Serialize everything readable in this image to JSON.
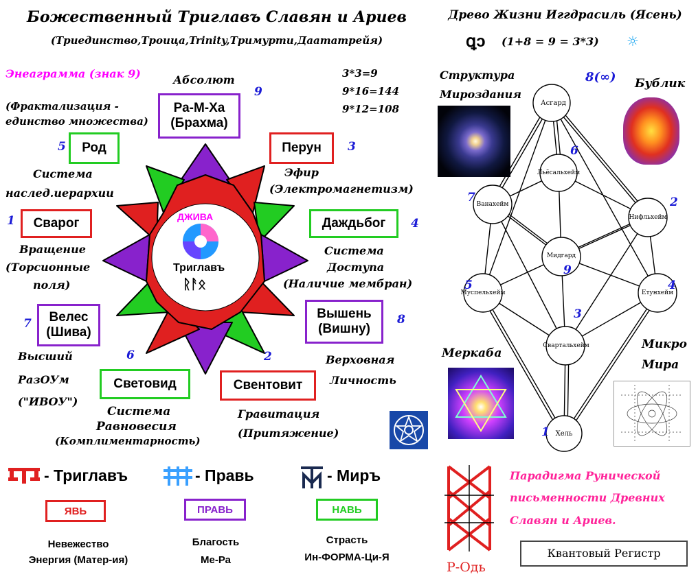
{
  "colors": {
    "border": "#000000",
    "red": "#e02020",
    "green": "#22cc22",
    "purple": "#8822cc",
    "blue": "#1a1ad6",
    "magenta": "#ff00ff",
    "pink": "#ff2299"
  },
  "header_left": {
    "title": "Божественный Триглавъ Славян и Ариев",
    "subtitle": "(Триединство,Троица,Trinity,Тримурти,Даататрейя)"
  },
  "header_right": {
    "title": "Древо Жизни Иггдрасиль (Ясень)",
    "glyph": "ꝗɔ",
    "formula": "(1+8 = 9 = 3*3)",
    "sun": "☼"
  },
  "left": {
    "enneagram_label": "Энеаграмма (знак 9)",
    "fractal": [
      "(Фрактализация -",
      "единство множества)"
    ],
    "absolute": "Абсолют",
    "math": [
      "3*3=9",
      "9*16=144",
      "9*12=108"
    ],
    "center": {
      "dzhiva": "ДЖИВА",
      "triglav": "Триглавъ",
      "rune": "ᚱᚨᛟ"
    },
    "boxes": [
      {
        "id": "ra",
        "lines": [
          "Ра-М-Ха",
          "(Брахма)"
        ],
        "num": "9"
      },
      {
        "id": "rod",
        "lines": [
          "Род"
        ],
        "num": "5"
      },
      {
        "id": "perun",
        "lines": [
          "Перун"
        ],
        "num": "3"
      },
      {
        "id": "svarog",
        "lines": [
          "Сварог"
        ],
        "num": "1"
      },
      {
        "id": "dazhdbog",
        "lines": [
          "Даждьбог"
        ],
        "num": "4"
      },
      {
        "id": "veles",
        "lines": [
          "Велес",
          "(Шива)"
        ],
        "num": "7"
      },
      {
        "id": "vyshen",
        "lines": [
          "Вышень",
          "(Вишну)"
        ],
        "num": "8"
      },
      {
        "id": "svetovid",
        "lines": [
          "Световид"
        ],
        "num": "6"
      },
      {
        "id": "sventovit",
        "lines": [
          "Свентовит"
        ],
        "num": "2"
      }
    ],
    "captions": {
      "sistema_nasled": [
        "Система",
        "наслед.иерархии"
      ],
      "efir": [
        "Эфир",
        "(Электромагнетизм)"
      ],
      "vrashchenie": [
        "Вращение",
        "(Торсионные",
        "поля)"
      ],
      "dostupa": [
        "Система",
        "Доступа",
        "(Наличие мембран)"
      ],
      "razoum": [
        "Высший",
        "РазОУм",
        "(\"ИВОУ\")"
      ],
      "verkh": [
        "Верховная",
        "Личность"
      ],
      "ravnovesie": [
        "Система",
        "Равновесия",
        "(Комплиментарность)"
      ],
      "gravitacia": [
        "Гравитация",
        "(Притяжение)"
      ]
    }
  },
  "right": {
    "struktura": [
      "Структура",
      "Мироздания"
    ],
    "bublik": "Бублик",
    "merkaba": "Меркаба",
    "mikro": [
      "Микро",
      "Мира"
    ],
    "top_num": "8(∞)",
    "nodes": [
      {
        "id": "asgard",
        "label": "Асгард",
        "num": ""
      },
      {
        "id": "lyos",
        "label": "Льёсальхейм",
        "num": "6"
      },
      {
        "id": "vana",
        "label": "Ванахейм",
        "num": "7"
      },
      {
        "id": "nifl",
        "label": "Нифльхейм",
        "num": "2"
      },
      {
        "id": "midgard",
        "label": "Мидгард",
        "num": "9"
      },
      {
        "id": "muspel",
        "label": "Муспельхейм",
        "num": "5"
      },
      {
        "id": "etun",
        "label": "Етунхейм",
        "num": "4"
      },
      {
        "id": "svart",
        "label": "Свартальхейм",
        "num": "3"
      },
      {
        "id": "hel",
        "label": "Хель",
        "num": "1"
      }
    ]
  },
  "bottom_left": {
    "triglav": "- Триглавъ",
    "prav": "- Правь",
    "mir": "- Миръ",
    "cols": [
      {
        "box": "ЯВЬ",
        "l1": "Невежество",
        "l2": "Энергия (Матер-ия)"
      },
      {
        "box": "ПРАВЬ",
        "l1": "Благость",
        "l2": "Ме-Ра"
      },
      {
        "box": "НАВЬ",
        "l1": "Страсть",
        "l2": "Ин-ФОРМА-Ци-Я"
      }
    ]
  },
  "bottom_right": {
    "paradigma": [
      "Парадигма Рунической",
      "письменности Древних",
      "Славян и Ариев."
    ],
    "rod": "Р-Одь",
    "register": "Квантовый Регистр"
  }
}
